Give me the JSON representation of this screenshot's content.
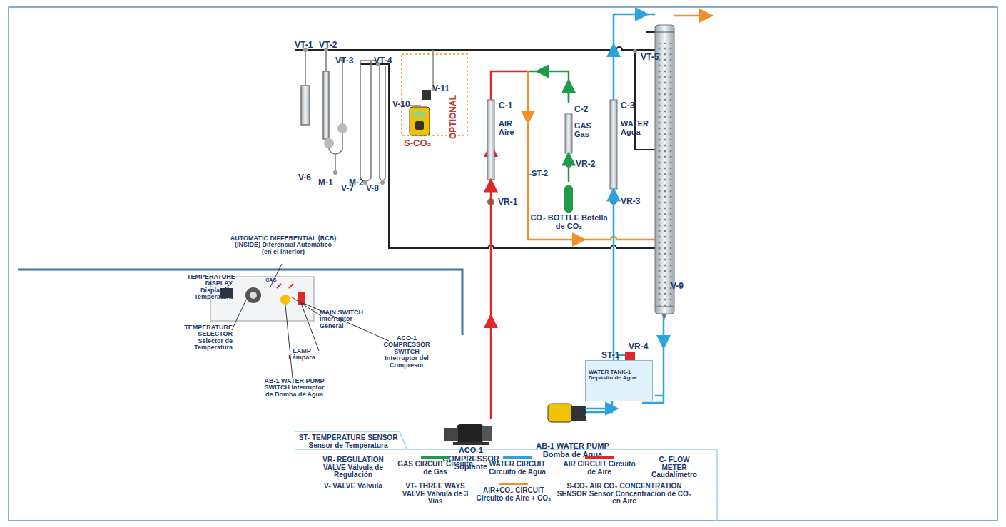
{
  "diagram": {
    "nodes": [
      {
        "text": [
          "OPTIONAL"
        ]
      },
      {
        "text": [
          "S-CO₂"
        ],
        "in": 0
      },
      {
        "text": [
          "C-1",
          "AIR Aire"
        ]
      },
      {
        "text": [
          "C-2",
          "GAS Gas"
        ]
      },
      {
        "text": [
          "CO₂ BOTTLE Botella de CO₂"
        ]
      },
      {
        "text": [
          "C-3",
          "WATER Agua"
        ]
      },
      {
        "text": [
          "ACO-1 COMPRESSOR Soplante"
        ]
      },
      {
        "text": [
          "AB-1 WATER PUMP Bomba de Agua"
        ]
      },
      {
        "text": [
          "WATER TANK-1 Depósito de Agua"
        ]
      },
      {
        "text": [
          "CAG"
        ]
      }
    ],
    "edges": [
      {
        "from": 6,
        "to": 2,
        "arrow": "to"
      },
      {
        "from": 4,
        "to": 3,
        "arrow": "to"
      },
      {
        "from": 7,
        "to": 5,
        "arrow": "to"
      },
      {
        "from": 8,
        "to": 7,
        "arrow": "to"
      }
    ],
    "labels": [
      "VT-1",
      "VT-2",
      "VT-3",
      "VT-4",
      "VT-5",
      "V-6",
      "V-7",
      "V-8",
      "V-9",
      "V-10",
      "V-11",
      "M-1",
      "M-2",
      "VR-1",
      "VR-2",
      "VR-3",
      "VR-4",
      "ST-1",
      "ST-2",
      "AUTOMATIC DIFFERENTIAL (RCB) (INSIDE) Diferencial Automático (en el interior)",
      "TEMPERATURE DISPLAY Display de Temperatura",
      "TEMPERATURE SELECTOR Selector de Temperatura",
      "MAIN SWITCH Interruptor General",
      "LAMP Lámpara",
      "ACO-1 COMPRESSOR SWITCH Interruptor del Compresor",
      "AB-1 WATER PUMP SWITCH Interruptor de Bomba de Agua",
      "ST- TEMPERATURE SENSOR Sensor de Temperatura",
      "VR- REGULATION VALVE Válvula de Regulación",
      "C- FLOW METER Caudalímetro",
      "V- VALVE Válvula",
      "VT- THREE WAYS VALVE Válvula de 3 Vías",
      "S-CO₂ AIR CO₂ CONCENTRATION SENSOR Sensor Concentración de CO₂ en Aire"
    ],
    "legend": [
      {
        "text": "GAS CIRCUIT Circuito de Gas",
        "color": "#1e9b48"
      },
      {
        "text": "WATER CIRCUIT Circuito de Agua",
        "color": "#2aa3de"
      },
      {
        "text": "AIR CIRCUIT Circuito de Aire",
        "color": "#e3262b"
      },
      {
        "text": "AIR+CO₂ CIRCUIT Circuito de Aire + CO₂",
        "color": "#f0902b"
      }
    ]
  }
}
